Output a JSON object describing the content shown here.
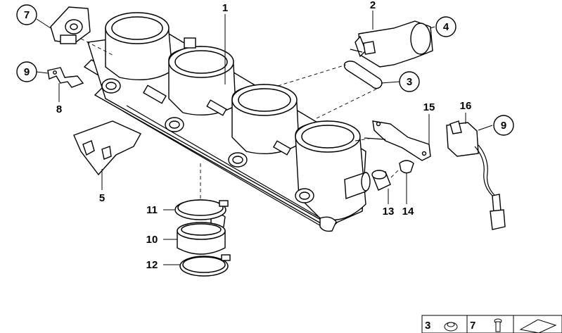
{
  "diagram": {
    "callouts": [
      {
        "id": "c7",
        "label": "7"
      },
      {
        "id": "c9a",
        "label": "9"
      },
      {
        "id": "c4",
        "label": "4"
      },
      {
        "id": "c3",
        "label": "3"
      },
      {
        "id": "c9b",
        "label": "9"
      }
    ],
    "labels": [
      {
        "id": "l1",
        "label": "1"
      },
      {
        "id": "l2",
        "label": "2"
      },
      {
        "id": "l5",
        "label": "5"
      },
      {
        "id": "l8",
        "label": "8"
      },
      {
        "id": "l10",
        "label": "10"
      },
      {
        "id": "l11",
        "label": "11"
      },
      {
        "id": "l12",
        "label": "12"
      },
      {
        "id": "l13",
        "label": "13"
      },
      {
        "id": "l14",
        "label": "14"
      },
      {
        "id": "l15",
        "label": "15"
      },
      {
        "id": "l16",
        "label": "16"
      }
    ]
  },
  "legend": {
    "item_a": "3",
    "item_b": "7"
  }
}
